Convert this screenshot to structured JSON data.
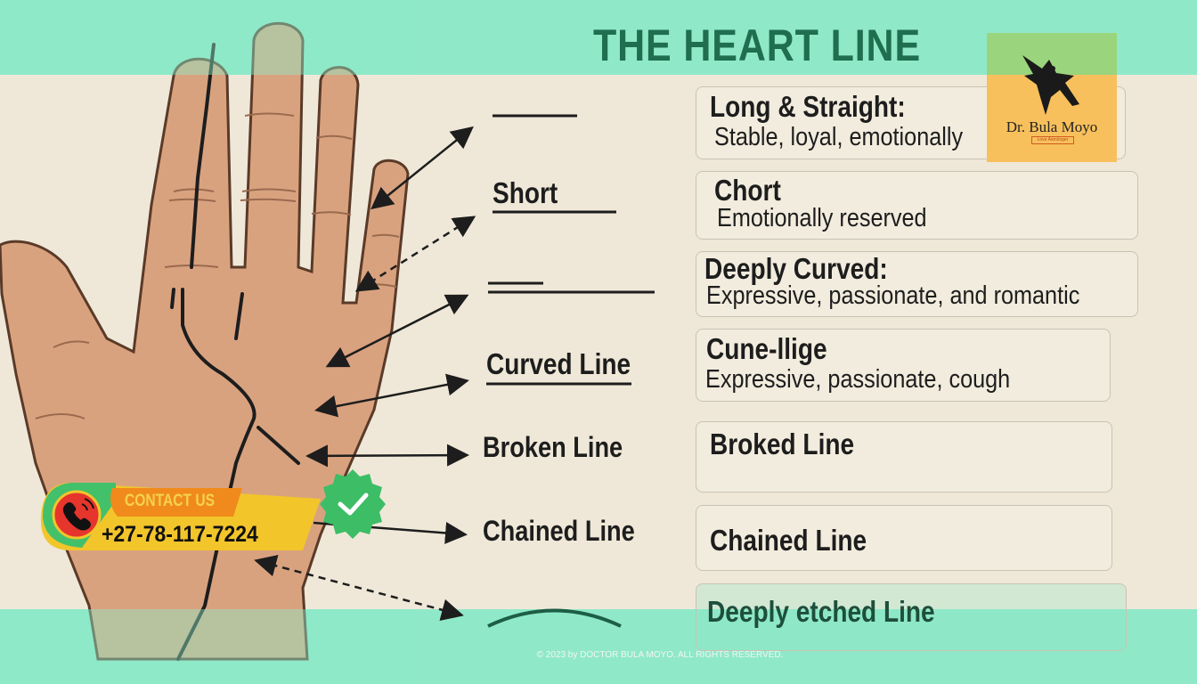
{
  "title": "THE HEART LINE",
  "brand": {
    "name": "Dr. Bula Moyo",
    "tagline": "Love Astrologer"
  },
  "line_labels": [
    {
      "text": ""
    },
    {
      "text": "Short"
    },
    {
      "text": ""
    },
    {
      "text": "Curved Line"
    },
    {
      "text": "Broken Line"
    },
    {
      "text": "Chained Line"
    },
    {
      "text": ""
    }
  ],
  "descriptions": [
    {
      "heading": "Long & Straight:",
      "text": "Stable, loyal, emotionally"
    },
    {
      "heading": "Chort",
      "text": "Emotionally reserved"
    },
    {
      "heading": "Deeply Curved:",
      "text": "Expressive, passionate, and romantic"
    },
    {
      "heading": "Cune-llige",
      "text": "Expressive, passionate, cough"
    },
    {
      "heading": "Broked Line",
      "text": ""
    },
    {
      "heading": "Chained Line",
      "text": ""
    },
    {
      "heading": "Deeply etched Line",
      "text": ""
    }
  ],
  "contact": {
    "label": "CONTACT US",
    "phone": "+27-78-117-7224"
  },
  "footer": "© 2023 by DOCTOR BULA MOYO. ALL RIGHTS RESERVED.",
  "colors": {
    "band": "#8fe9c8",
    "title": "#1f6e50",
    "paper": "#efe8d8",
    "contact_green": "#43c06a",
    "contact_yellow": "#f2c52b",
    "badge": "#3dbd66"
  }
}
